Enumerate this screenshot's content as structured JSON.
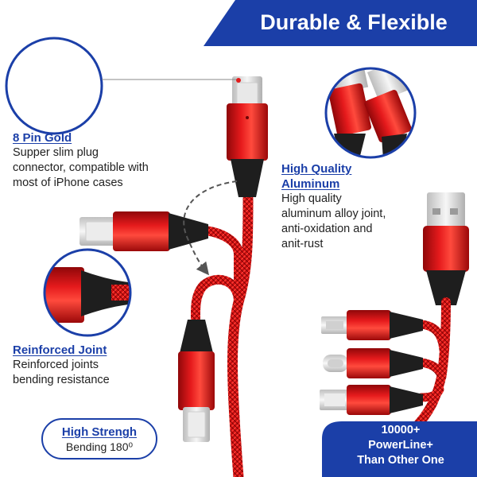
{
  "banner": {
    "title": "Durable & Flexible",
    "color": "#1b3fa8"
  },
  "features": [
    {
      "title": "8 Pin Gold",
      "description": "Supper slim plug\nconnector, compatible with\nmost of iPhone cases"
    },
    {
      "title": "High Quality\nAluminum",
      "description": "High quality\naluminum alloy joint,\nanti-oxidation and\nanit-rust"
    },
    {
      "title": "Reinforced Joint",
      "description": "Reinforced joints\nbending resistance"
    },
    {
      "title": "High Strengh",
      "description": "Bending 180⁰"
    }
  ],
  "badge": {
    "text": "10000+\nPowerLine+\nThan Other One",
    "color": "#1b3fa8"
  },
  "colors": {
    "cable_red": "#d10f12",
    "cable_dark": "#1e1e1e",
    "accent_blue": "#1b3fa8"
  }
}
